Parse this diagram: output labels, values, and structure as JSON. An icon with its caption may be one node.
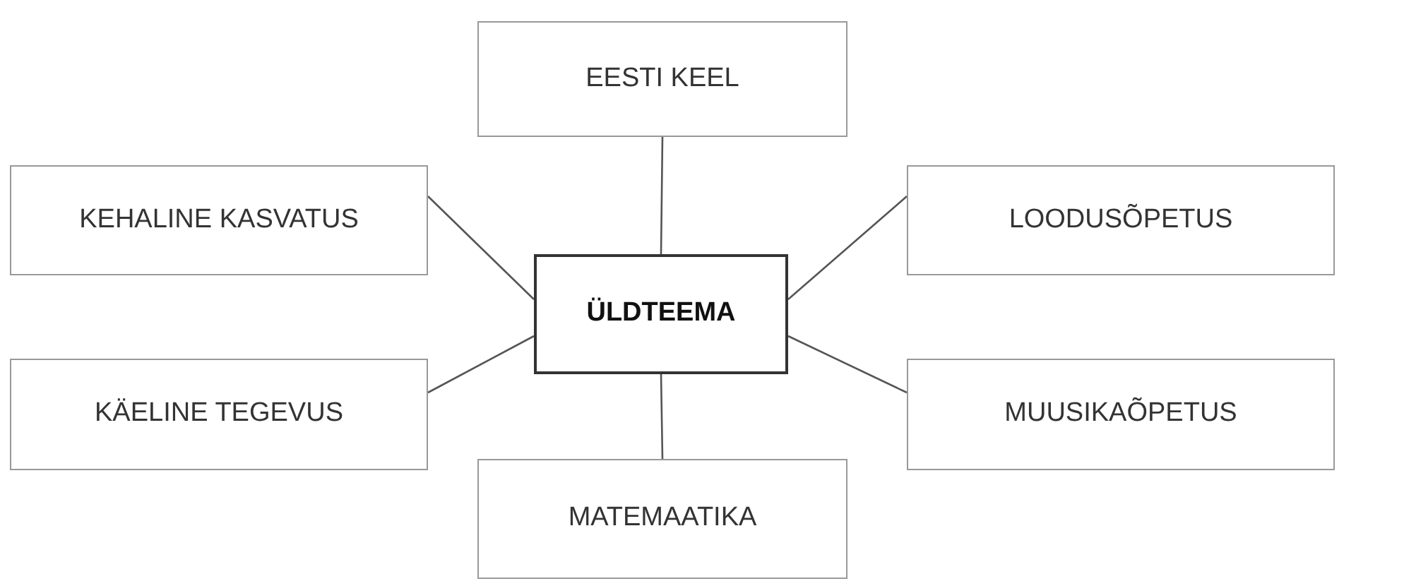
{
  "diagram": {
    "nodes": [
      {
        "text": [
          "EESTI KEEL"
        ]
      },
      {
        "text": [
          "KEHALINE KASVATUS"
        ]
      },
      {
        "text": [
          "LOODUSÕPETUS"
        ]
      },
      {
        "text": [
          "ÜLDTEEMA"
        ]
      },
      {
        "text": [
          "KÄELINE TEGEVUS"
        ]
      },
      {
        "text": [
          "MUUSIKAÕPETUS"
        ]
      },
      {
        "text": [
          "MATEMAATIKA"
        ]
      }
    ],
    "edges": [
      {
        "from": 3,
        "to": 0,
        "arrow": "none"
      },
      {
        "from": 3,
        "to": 1,
        "arrow": "none"
      },
      {
        "from": 3,
        "to": 2,
        "arrow": "none"
      },
      {
        "from": 3,
        "to": 4,
        "arrow": "none"
      },
      {
        "from": 3,
        "to": 5,
        "arrow": "none"
      },
      {
        "from": 3,
        "to": 6,
        "arrow": "none"
      }
    ]
  }
}
